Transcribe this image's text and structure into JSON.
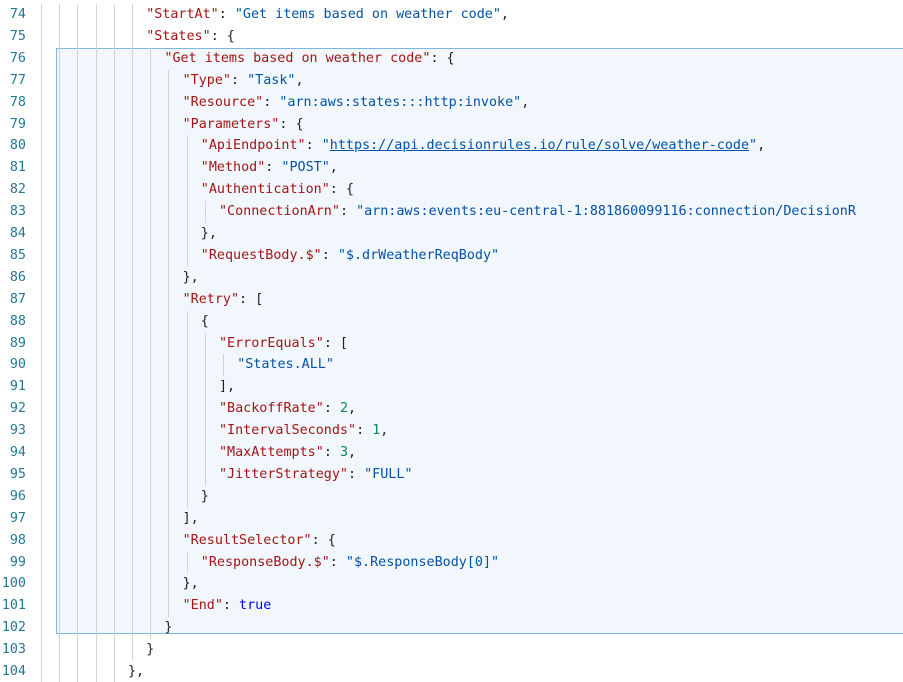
{
  "editor": {
    "line_numbers": [
      "74",
      "75",
      "76",
      "77",
      "78",
      "79",
      "80",
      "81",
      "82",
      "83",
      "84",
      "85",
      "86",
      "87",
      "88",
      "89",
      "90",
      "91",
      "92",
      "93",
      "94",
      "95",
      "96",
      "97",
      "98",
      "99",
      "100",
      "101",
      "102",
      "103",
      "104"
    ],
    "lines": [
      {
        "indent": 6,
        "tokens": [
          {
            "t": "\"StartAt\"",
            "c": "k"
          },
          {
            "t": ": ",
            "c": "p"
          },
          {
            "t": "\"Get items based on weather code\"",
            "c": "s"
          },
          {
            "t": ",",
            "c": "p"
          }
        ]
      },
      {
        "indent": 6,
        "tokens": [
          {
            "t": "\"States\"",
            "c": "k"
          },
          {
            "t": ": {",
            "c": "p"
          }
        ]
      },
      {
        "indent": 7,
        "tokens": [
          {
            "t": "\"Get items based on weather code\"",
            "c": "k"
          },
          {
            "t": ": {",
            "c": "p"
          }
        ]
      },
      {
        "indent": 8,
        "tokens": [
          {
            "t": "\"Type\"",
            "c": "k"
          },
          {
            "t": ": ",
            "c": "p"
          },
          {
            "t": "\"Task\"",
            "c": "s"
          },
          {
            "t": ",",
            "c": "p"
          }
        ]
      },
      {
        "indent": 8,
        "tokens": [
          {
            "t": "\"Resource\"",
            "c": "k"
          },
          {
            "t": ": ",
            "c": "p"
          },
          {
            "t": "\"arn:aws:states:::http:invoke\"",
            "c": "s"
          },
          {
            "t": ",",
            "c": "p"
          }
        ]
      },
      {
        "indent": 8,
        "tokens": [
          {
            "t": "\"Parameters\"",
            "c": "k"
          },
          {
            "t": ": {",
            "c": "p"
          }
        ]
      },
      {
        "indent": 9,
        "tokens": [
          {
            "t": "\"ApiEndpoint\"",
            "c": "k"
          },
          {
            "t": ": ",
            "c": "p"
          },
          {
            "t": "\"",
            "c": "s"
          },
          {
            "t": "https://api.decisionrules.io/rule/solve/weather-code",
            "c": "u"
          },
          {
            "t": "\"",
            "c": "s"
          },
          {
            "t": ",",
            "c": "p"
          }
        ]
      },
      {
        "indent": 9,
        "tokens": [
          {
            "t": "\"Method\"",
            "c": "k"
          },
          {
            "t": ": ",
            "c": "p"
          },
          {
            "t": "\"POST\"",
            "c": "s"
          },
          {
            "t": ",",
            "c": "p"
          }
        ]
      },
      {
        "indent": 9,
        "tokens": [
          {
            "t": "\"Authentication\"",
            "c": "k"
          },
          {
            "t": ": {",
            "c": "p"
          }
        ]
      },
      {
        "indent": 10,
        "tokens": [
          {
            "t": "\"ConnectionArn\"",
            "c": "k"
          },
          {
            "t": ": ",
            "c": "p"
          },
          {
            "t": "\"arn:aws:events:eu-central-1:881860099116:connection/DecisionR",
            "c": "s"
          }
        ]
      },
      {
        "indent": 9,
        "tokens": [
          {
            "t": "},",
            "c": "p"
          }
        ]
      },
      {
        "indent": 9,
        "tokens": [
          {
            "t": "\"RequestBody.$\"",
            "c": "k"
          },
          {
            "t": ": ",
            "c": "p"
          },
          {
            "t": "\"$.drWeatherReqBody\"",
            "c": "s"
          }
        ]
      },
      {
        "indent": 8,
        "tokens": [
          {
            "t": "},",
            "c": "p"
          }
        ]
      },
      {
        "indent": 8,
        "tokens": [
          {
            "t": "\"Retry\"",
            "c": "k"
          },
          {
            "t": ": [",
            "c": "p"
          }
        ]
      },
      {
        "indent": 9,
        "tokens": [
          {
            "t": "{",
            "c": "p"
          }
        ]
      },
      {
        "indent": 10,
        "tokens": [
          {
            "t": "\"ErrorEquals\"",
            "c": "k"
          },
          {
            "t": ": [",
            "c": "p"
          }
        ]
      },
      {
        "indent": 11,
        "tokens": [
          {
            "t": "\"States.ALL\"",
            "c": "s"
          }
        ]
      },
      {
        "indent": 10,
        "tokens": [
          {
            "t": "],",
            "c": "p"
          }
        ]
      },
      {
        "indent": 10,
        "tokens": [
          {
            "t": "\"BackoffRate\"",
            "c": "k"
          },
          {
            "t": ": ",
            "c": "p"
          },
          {
            "t": "2",
            "c": "n"
          },
          {
            "t": ",",
            "c": "p"
          }
        ]
      },
      {
        "indent": 10,
        "tokens": [
          {
            "t": "\"IntervalSeconds\"",
            "c": "k"
          },
          {
            "t": ": ",
            "c": "p"
          },
          {
            "t": "1",
            "c": "n"
          },
          {
            "t": ",",
            "c": "p"
          }
        ]
      },
      {
        "indent": 10,
        "tokens": [
          {
            "t": "\"MaxAttempts\"",
            "c": "k"
          },
          {
            "t": ": ",
            "c": "p"
          },
          {
            "t": "3",
            "c": "n"
          },
          {
            "t": ",",
            "c": "p"
          }
        ]
      },
      {
        "indent": 10,
        "tokens": [
          {
            "t": "\"JitterStrategy\"",
            "c": "k"
          },
          {
            "t": ": ",
            "c": "p"
          },
          {
            "t": "\"FULL\"",
            "c": "s"
          }
        ]
      },
      {
        "indent": 9,
        "tokens": [
          {
            "t": "}",
            "c": "p"
          }
        ]
      },
      {
        "indent": 8,
        "tokens": [
          {
            "t": "],",
            "c": "p"
          }
        ]
      },
      {
        "indent": 8,
        "tokens": [
          {
            "t": "\"ResultSelector\"",
            "c": "k"
          },
          {
            "t": ": {",
            "c": "p"
          }
        ]
      },
      {
        "indent": 9,
        "tokens": [
          {
            "t": "\"ResponseBody.$\"",
            "c": "k"
          },
          {
            "t": ": ",
            "c": "p"
          },
          {
            "t": "\"$.ResponseBody[0]\"",
            "c": "s"
          }
        ]
      },
      {
        "indent": 8,
        "tokens": [
          {
            "t": "},",
            "c": "p"
          }
        ]
      },
      {
        "indent": 8,
        "tokens": [
          {
            "t": "\"End\"",
            "c": "k"
          },
          {
            "t": ": ",
            "c": "p"
          },
          {
            "t": "true",
            "c": "b"
          }
        ]
      },
      {
        "indent": 7,
        "tokens": [
          {
            "t": "}",
            "c": "p"
          }
        ]
      },
      {
        "indent": 6,
        "tokens": [
          {
            "t": "}",
            "c": "p"
          }
        ]
      },
      {
        "indent": 5,
        "tokens": [
          {
            "t": "},",
            "c": "p"
          }
        ]
      }
    ],
    "colors": {
      "property_key": "#a31515",
      "string_value": "#0451a5",
      "number_value": "#098658",
      "boolean_value": "#0000ff",
      "line_number": "#237893",
      "selection_border": "#7fb6de",
      "selection_background": "#f1f7fc"
    }
  }
}
